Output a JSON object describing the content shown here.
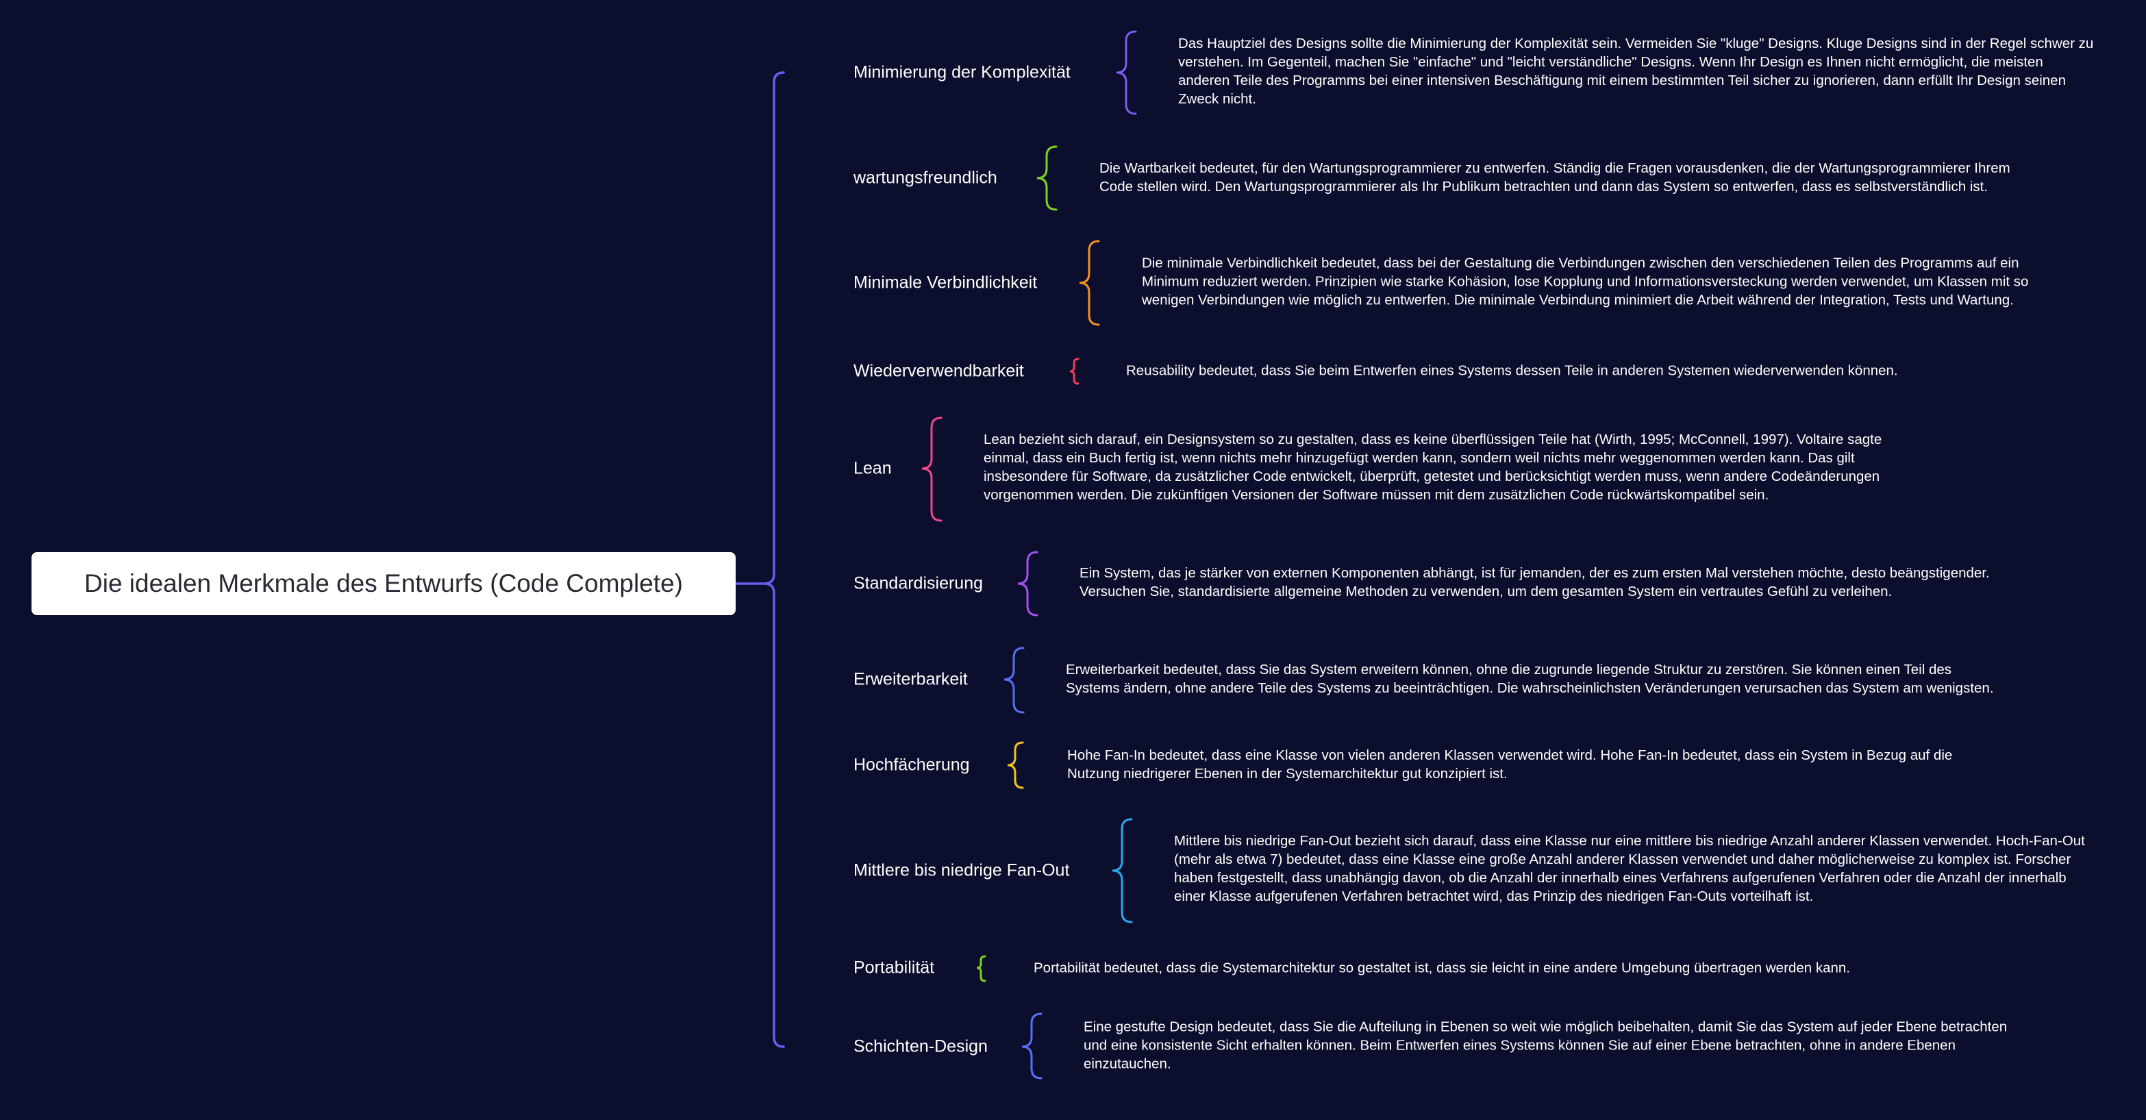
{
  "root": {
    "label": "Die idealen Merkmale des Entwurfs (Code Complete)"
  },
  "colors": {
    "background": "#0b0e2c",
    "root_bracket": "#6b5cf0",
    "root_fill": "#ffffff"
  },
  "topics": [
    {
      "label": "Minimierung der Komplexität",
      "color": "#7a5cf2",
      "description": "Das Hauptziel des Designs sollte die Minimierung der Komplexität sein. Vermeiden Sie \"kluge\" Designs. Kluge Designs sind in der Regel schwer zu verstehen. Im Gegenteil, machen Sie \"einfache\" und \"leicht verständliche\" Designs. Wenn Ihr Design es Ihnen nicht ermöglicht, die meisten anderen Teile des Programms bei einer intensiven Beschäftigung mit einem bestimmten Teil sicher zu ignorieren, dann erfüllt Ihr Design seinen Zweck nicht."
    },
    {
      "label": "wartungsfreundlich",
      "color": "#7ed321",
      "description": "Die Wartbarkeit bedeutet, für den Wartungsprogrammierer zu entwerfen. Ständig die Fragen vorausdenken, die der Wartungsprogrammierer Ihrem Code stellen wird. Den Wartungsprogrammierer als Ihr Publikum betrachten und dann das System so entwerfen, dass es selbstverständlich ist."
    },
    {
      "label": "Minimale Verbindlichkeit",
      "color": "#f5901e",
      "description": "Die minimale Verbindlichkeit bedeutet, dass bei der Gestaltung die Verbindungen zwischen den verschiedenen Teilen des Programms auf ein Minimum reduziert werden. Prinzipien wie starke Kohäsion, lose Kopplung und Informationsversteckung werden verwendet, um Klassen mit so wenigen Verbindungen wie möglich zu entwerfen. Die minimale Verbindung minimiert die Arbeit während der Integration, Tests und Wartung."
    },
    {
      "label": "Wiederverwendbarkeit",
      "color": "#f23a58",
      "description": "Reusability bedeutet, dass Sie beim Entwerfen eines Systems dessen Teile in anderen Systemen wiederverwenden können."
    },
    {
      "label": "Lean",
      "color": "#f0458c",
      "description": "Lean bezieht sich darauf, ein Designsystem so zu gestalten, dass es keine überflüssigen Teile hat (Wirth, 1995; McConnell, 1997). Voltaire sagte einmal, dass ein Buch fertig ist, wenn nichts mehr hinzugefügt werden kann, sondern weil nichts mehr weggenommen werden kann. Das gilt insbesondere für Software, da zusätzlicher Code entwickelt, überprüft, getestet und berücksichtigt werden muss, wenn andere Codeänderungen vorgenommen werden. Die zukünftigen Versionen der Software müssen mit dem zusätzlichen Code rückwärtskompatibel sein."
    },
    {
      "label": "Standardisierung",
      "color": "#a64ff0",
      "description": "Ein System, das je stärker von externen Komponenten abhängt, ist für jemanden, der es zum ersten Mal verstehen möchte, desto beängstigender. Versuchen Sie, standardisierte allgemeine Methoden zu verwenden, um dem gesamten System ein vertrautes Gefühl zu verleihen."
    },
    {
      "label": "Erweiterbarkeit",
      "color": "#5b6ef5",
      "description": "Erweiterbarkeit bedeutet, dass Sie das System erweitern können, ohne die zugrunde liegende Struktur zu zerstören. Sie können einen Teil des Systems ändern, ohne andere Teile des Systems zu beeinträchtigen. Die wahrscheinlichsten Veränderungen verursachen das System am wenigsten."
    },
    {
      "label": "Hochfächerung",
      "color": "#f5c518",
      "description": "Hohe Fan-In bedeutet, dass eine Klasse von vielen anderen Klassen verwendet wird. Hohe Fan-In bedeutet, dass ein System in Bezug auf die Nutzung niedrigerer Ebenen in der Systemarchitektur gut konzipiert ist."
    },
    {
      "label": "Mittlere bis niedrige Fan-Out",
      "color": "#2aa7f0",
      "description": "Mittlere bis niedrige Fan-Out bezieht sich darauf, dass eine Klasse nur eine mittlere bis niedrige Anzahl anderer Klassen verwendet. Hoch-Fan-Out (mehr als etwa 7) bedeutet, dass eine Klasse eine große Anzahl anderer Klassen verwendet und daher möglicherweise zu komplex ist. Forscher haben festgestellt, dass unabhängig davon, ob die Anzahl der innerhalb eines Verfahrens aufgerufenen Verfahren oder die Anzahl der innerhalb einer Klasse aufgerufenen Verfahren betrachtet wird, das Prinzip des niedrigen Fan-Outs vorteilhaft ist."
    },
    {
      "label": "Portabilität",
      "color": "#7ed321",
      "description": "Portabilität bedeutet, dass die Systemarchitektur so gestaltet ist, dass sie leicht in eine andere Umgebung übertragen werden kann."
    },
    {
      "label": "Schichten-Design",
      "color": "#5b6ef5",
      "description": "Eine gestufte Design bedeutet, dass Sie die Aufteilung in Ebenen so weit wie möglich beibehalten, damit Sie das System auf jeder Ebene betrachten und eine konsistente Sicht erhalten können. Beim Entwerfen eines Systems können Sie auf einer Ebene betrachten, ohne in andere Ebenen einzutauchen."
    }
  ]
}
